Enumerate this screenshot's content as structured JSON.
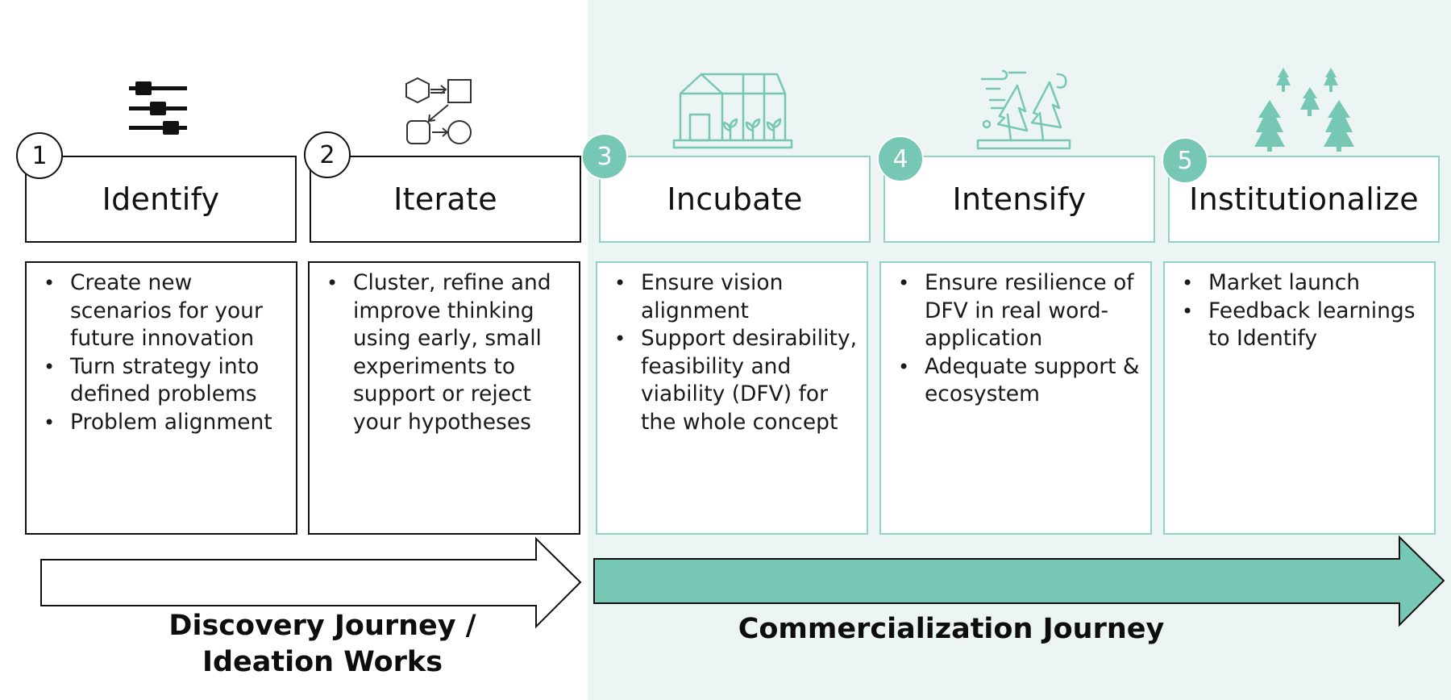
{
  "stages": [
    {
      "number": "1",
      "title": "Identify",
      "icon": "sliders-icon",
      "theme": "dark",
      "bullets": [
        "Create new scenarios for your future innovation",
        "Turn strategy into defined problems",
        "Problem alignment"
      ]
    },
    {
      "number": "2",
      "title": "Iterate",
      "icon": "flow-shapes-icon",
      "theme": "dark",
      "bullets": [
        "Cluster, refine and improve thinking using early, small experiments to support or reject your hypotheses"
      ]
    },
    {
      "number": "3",
      "title": "Incubate",
      "icon": "greenhouse-icon",
      "theme": "teal",
      "bullets": [
        "Ensure vision alignment",
        "Support desirability, feasibility and viability (DFV) for the whole concept"
      ]
    },
    {
      "number": "4",
      "title": "Intensify",
      "icon": "windy-trees-icon",
      "theme": "teal",
      "bullets": [
        "Ensure resilience of DFV in real word-application",
        "Adequate support & ecosystem"
      ]
    },
    {
      "number": "5",
      "title": "Institutionalize",
      "icon": "forest-icon",
      "theme": "teal",
      "bullets": [
        "Market launch",
        "Feedback learnings to Identify"
      ]
    }
  ],
  "journeys": {
    "discovery_line1": "Discovery Journey /",
    "discovery_line2": "Ideation Works",
    "commercialization": "Commercialization Journey"
  },
  "colors": {
    "teal": "#76c8b5",
    "teal_border": "#8fd3c4",
    "right_background": "#ecf4f4",
    "dark": "#111111"
  }
}
